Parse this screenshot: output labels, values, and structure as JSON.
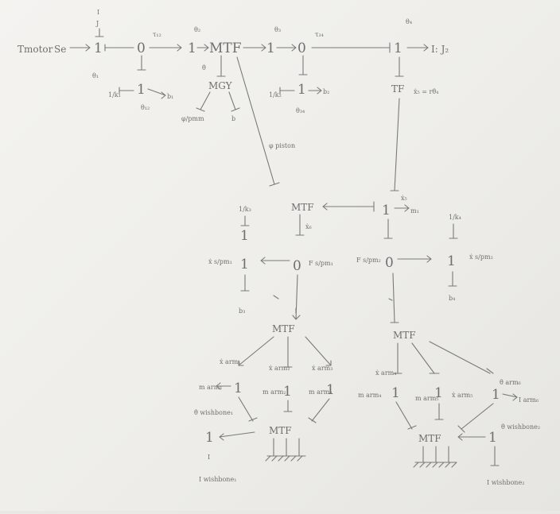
{
  "colors": {
    "paper": "#f1f0ed",
    "pencil": "#777775"
  },
  "diagram": {
    "top": {
      "t_motor": "Tmotor",
      "source_se": "Se",
      "j1_node": "1",
      "j1_bar": "I",
      "j1_inertia": "J",
      "j1_theta": "θ₁",
      "j0_left": "0",
      "tau_12": "τ₁₂",
      "k1_label": "1/k₁",
      "j1b_node": "1",
      "theta_12": "θ₁₂",
      "b1_label": "b₁",
      "j_mtf_left": "1",
      "theta_2": "θ₂",
      "mtf1": "MTF",
      "theta_dot_1": "θ̇",
      "mgy": "MGY",
      "mgy_left": "φ/pmm",
      "mgy_right": "b",
      "j_mtf_right": "1",
      "theta_3": "θ₃",
      "j0_mid": "0",
      "tau_34": "τ₃₄",
      "k2_label": "1/k₂",
      "j1c_node": "1",
      "b2_label": "b₂",
      "theta_34": "θ₃₄",
      "j_right_top": "1",
      "theta_4": "θ₄",
      "i_j2": "I: J₂",
      "tf": "TF",
      "tf_eq": "ẋ₅ = rθ̇₄",
      "phi_piston": "φ piston"
    },
    "middle": {
      "mtf2": "MTF",
      "j1_center": "1",
      "x5": "ẋ₅",
      "m1": "m₁",
      "k3": "1/k₃",
      "j1_k3": "1",
      "j1_x6": "1",
      "x6_label": "ẋ₆",
      "x_sprm": "ẋ s/pm₁",
      "j0_f": "0",
      "f_sprm1": "F s/pm₁",
      "b3": "b₃",
      "f_sprm2_left": "F s/pm₂",
      "j0_right": "0",
      "k4": "1/k₄",
      "j1_right": "1",
      "x_sprm2": "ẋ s/pm₂",
      "b4": "b₄"
    },
    "bottom_left": {
      "mtf3": "MTF",
      "x_arm1": "ẋ arm₁",
      "x_arm2": "ẋ arm₂",
      "x_arm3": "ẋ arm₃",
      "m_arm1": "m arm₁",
      "m_arm2": "m arm₂",
      "m_arm3": "m arm₃",
      "j_a1": "1",
      "j_a2": "1",
      "j_a3": "1",
      "theta_wb1": "θ̇ wishbone₁",
      "j_wb1": "1",
      "i_wb1": "I",
      "i_wb1_sub": "I wishbone₁",
      "mtf4": "MTF"
    },
    "bottom_right": {
      "mtf5": "MTF",
      "x_arm4": "ẋ arm₄",
      "m_arm4": "m arm₄",
      "j_b1": "1",
      "x_arm5": "ẋ arm₅",
      "m_arm5": "m arm₅",
      "j_b2": "1",
      "theta_arm6": "θ̇ arm₆",
      "j_b3": "1",
      "i_arm6": "I arm₆",
      "mtf6": "MTF",
      "j_wb2": "1",
      "theta_wb2": "θ̇ wishbone₂",
      "i_wb2": "I wishbone₂"
    }
  }
}
